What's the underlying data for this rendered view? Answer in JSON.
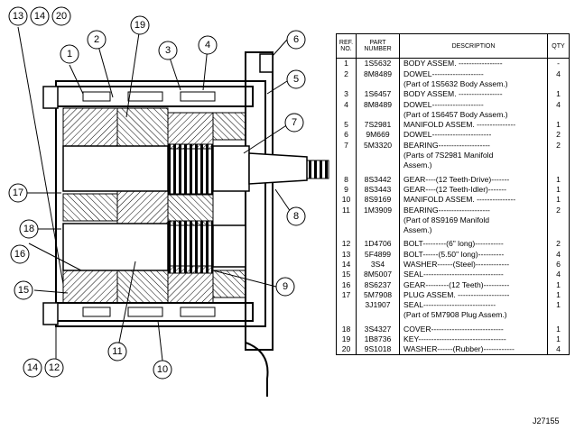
{
  "table": {
    "headers": {
      "ref": "REF. NO.",
      "part": "PART NUMBER",
      "desc": "DESCRIPTION",
      "qty": "QTY"
    },
    "rows": [
      {
        "ref": "1",
        "part": "1S5632",
        "desc": "BODY ASSEM. -----------------",
        "qty": "-"
      },
      {
        "ref": "2",
        "part": "8M8489",
        "desc": "      DOWEL--------------------",
        "qty": "4"
      },
      {
        "ref": "",
        "part": "",
        "desc": "(Part of 1S5632 Body Assem.)",
        "qty": ""
      },
      {
        "ref": "3",
        "part": "1S6457",
        "desc": "BODY ASSEM. -----------------",
        "qty": "1"
      },
      {
        "ref": "4",
        "part": "8M8489",
        "desc": "      DOWEL--------------------",
        "qty": "4"
      },
      {
        "ref": "",
        "part": "",
        "desc": "(Part of 1S6457 Body Assem.)",
        "qty": ""
      },
      {
        "ref": "5",
        "part": "7S2981",
        "desc": "MANIFOLD ASSEM. ---------------",
        "qty": "1"
      },
      {
        "ref": "6",
        "part": "9M669",
        "desc": "   DOWEL-----------------------",
        "qty": "2"
      },
      {
        "ref": "7",
        "part": "5M3320",
        "desc": "   BEARING--------------------",
        "qty": "2"
      },
      {
        "ref": "",
        "part": "",
        "desc": "(Parts of 7S2981 Manifold",
        "qty": ""
      },
      {
        "ref": "",
        "part": "",
        "desc": "                            Assem.)",
        "qty": ""
      },
      {
        "gap": true
      },
      {
        "ref": "8",
        "part": "8S3442",
        "desc": "GEAR----(12 Teeth-Drive)-------",
        "qty": "1"
      },
      {
        "ref": "9",
        "part": "8S3443",
        "desc": "GEAR----(12 Teeth-Idler)-------",
        "qty": "1"
      },
      {
        "ref": "10",
        "part": "8S9169",
        "desc": "MANIFOLD ASSEM. ---------------",
        "qty": "1"
      },
      {
        "ref": "11",
        "part": "1M3909",
        "desc": "      BEARING--------------------",
        "qty": "2"
      },
      {
        "ref": "",
        "part": "",
        "desc": "(Part of 8S9169 Manifold",
        "qty": ""
      },
      {
        "ref": "",
        "part": "",
        "desc": "                            Assem.)",
        "qty": ""
      },
      {
        "gap": true
      },
      {
        "ref": "12",
        "part": "1D4706",
        "desc": "BOLT---------(6\" long)-----------",
        "qty": "2"
      },
      {
        "ref": "13",
        "part": "5F4899",
        "desc": "BOLT------(5.50\" long)----------",
        "qty": "4"
      },
      {
        "ref": "14",
        "part": "3S4",
        "desc": "WASHER------(Steel)-------------",
        "qty": "6"
      },
      {
        "ref": "15",
        "part": "8M5007",
        "desc": "SEAL-------------------------------",
        "qty": "4"
      },
      {
        "ref": "16",
        "part": "8S6237",
        "desc": "GEAR---------(12 Teeth)----------",
        "qty": "1"
      },
      {
        "ref": "17",
        "part": "5M7908",
        "desc": "PLUG ASSEM. --------------------",
        "qty": "1"
      },
      {
        "ref": "",
        "part": "3J1907",
        "desc": "      SEAL----------------------------",
        "qty": "1"
      },
      {
        "ref": "",
        "part": "",
        "desc": "(Part of 5M7908 Plug Assem.)",
        "qty": ""
      },
      {
        "gap": true
      },
      {
        "ref": "18",
        "part": "3S4327",
        "desc": "COVER----------------------------",
        "qty": "1"
      },
      {
        "ref": "19",
        "part": "1B8736",
        "desc": "KEY----------------------------------",
        "qty": "1"
      },
      {
        "ref": "20",
        "part": "9S1018",
        "desc": "WASHER------(Rubber)------------",
        "qty": "4"
      }
    ]
  },
  "figure_code": "J27155",
  "callouts": {
    "c1": "1",
    "c2": "2",
    "c3": "3",
    "c4": "4",
    "c5": "5",
    "c6": "6",
    "c7": "7",
    "c8": "8",
    "c9": "9",
    "c10": "10",
    "c11": "11",
    "c12": "12",
    "c13": "13",
    "c14a": "14",
    "c20": "20",
    "c14b": "14",
    "c15": "15",
    "c16": "16",
    "c17": "17",
    "c18": "18",
    "c19": "19"
  }
}
